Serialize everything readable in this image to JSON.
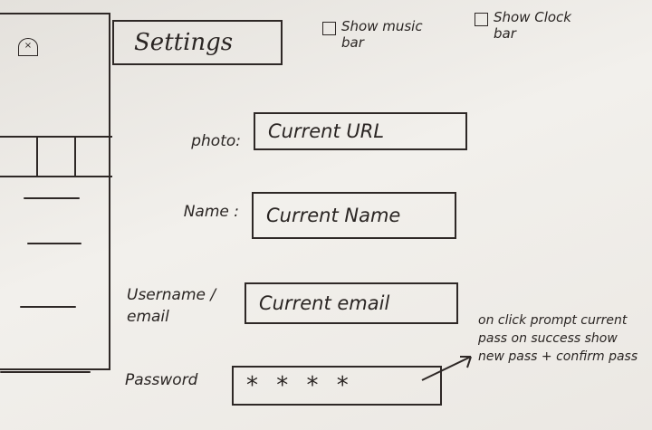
{
  "sidebar": {
    "close_glyph": "×",
    "tab_count": 3,
    "items": [
      "",
      "",
      ""
    ]
  },
  "header": {
    "title": "Settings",
    "show_music_bar": "Show music bar",
    "show_clock_bar": "Show Clock bar"
  },
  "form": {
    "photo_label": "photo:",
    "photo_value": "Current URL",
    "name_label": "Name :",
    "name_value": "Current Name",
    "username_label": "Username / email",
    "username_value": "Current email",
    "password_label": "Password",
    "password_value": "*  *  *  *"
  },
  "note": {
    "text": "on click prompt current pass on success show new pass + confirm pass"
  }
}
